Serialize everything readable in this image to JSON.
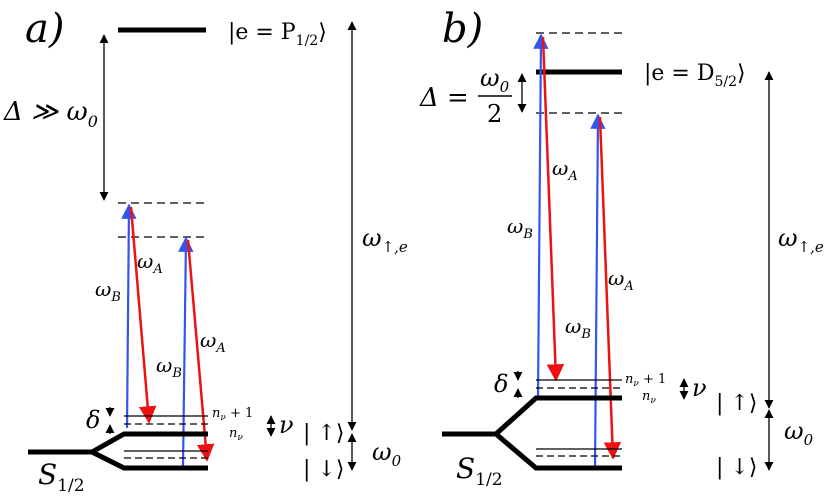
{
  "panel_a": {
    "tag": "a)",
    "detuning": "Δ ≫ ω",
    "detuning_sub": "0",
    "excited": "|e = P",
    "excited_sub": "1/2",
    "excited_close": "⟩",
    "omega_up_e": "ω",
    "omega_up_e_sub": "↑,e",
    "omega_A_1": "ω",
    "omega_A_1_sub": "A",
    "omega_A_2": "ω",
    "omega_A_2_sub": "A",
    "omega_B_1": "ω",
    "omega_B_1_sub": "B",
    "omega_B_2": "ω",
    "omega_B_2_sub": "B",
    "delta": "δ",
    "n_plus": "n",
    "n_plus_sub": "ν",
    "n_plus_suffix": " + 1",
    "n": "n",
    "n_sub": "ν",
    "nu": "ν",
    "ket_up": "| ↑⟩",
    "ket_down": "| ↓⟩",
    "omega0": "ω",
    "omega0_sub": "0",
    "ground": "S",
    "ground_sub": "1/2"
  },
  "panel_b": {
    "tag": "b)",
    "detuning_left": "Δ =",
    "detuning_num": "ω",
    "detuning_num_sub": "0",
    "detuning_den": "2",
    "excited": "|e = D",
    "excited_sub": "5/2",
    "excited_close": "⟩",
    "omega_up_e": "ω",
    "omega_up_e_sub": "↑,e",
    "omega_A_1": "ω",
    "omega_A_1_sub": "A",
    "omega_A_2": "ω",
    "omega_A_2_sub": "A",
    "omega_B_1": "ω",
    "omega_B_1_sub": "B",
    "omega_B_2": "ω",
    "omega_B_2_sub": "B",
    "delta": "δ",
    "n_plus": "n",
    "n_plus_sub": "ν",
    "n_plus_suffix": " + 1",
    "n": "n",
    "n_sub": "ν",
    "nu": "ν",
    "ket_up": "| ↑⟩",
    "ket_down": "| ↓⟩",
    "omega0": "ω",
    "omega0_sub": "0",
    "ground": "S",
    "ground_sub": "1/2"
  },
  "colors": {
    "blue_beam": "#3355ee",
    "red_beam": "#ee1111",
    "levels": "#000000"
  }
}
